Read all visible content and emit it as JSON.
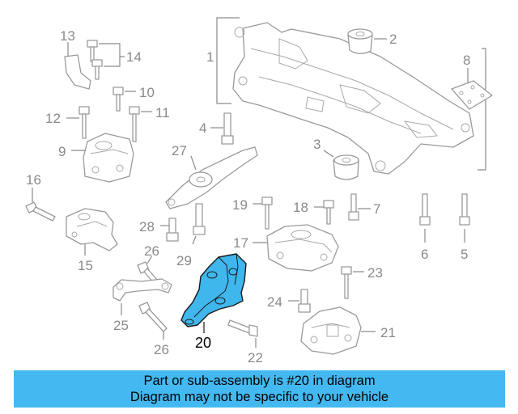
{
  "diagram": {
    "callouts": {
      "c1": "1",
      "c2": "2",
      "c3": "3",
      "c4": "4",
      "c5": "5",
      "c6": "6",
      "c7": "7",
      "c8": "8",
      "c9": "9",
      "c10": "10",
      "c11": "11",
      "c12": "12",
      "c13": "13",
      "c14": "14",
      "c15": "15",
      "c16": "16",
      "c17": "17",
      "c18": "18",
      "c19": "19",
      "c20": "20",
      "c21": "21",
      "c22": "22",
      "c23": "23",
      "c24": "24",
      "c25": "25",
      "c26a": "26",
      "c26b": "26",
      "c27": "27",
      "c28": "28",
      "c29": "29"
    },
    "highlight": {
      "part": "20",
      "color": "#3fb6ec"
    }
  },
  "banner": {
    "line1": "Part or sub-assembly is #20 in diagram",
    "line2": "Diagram may not be specific to your vehicle",
    "color": "#44b9f1"
  }
}
